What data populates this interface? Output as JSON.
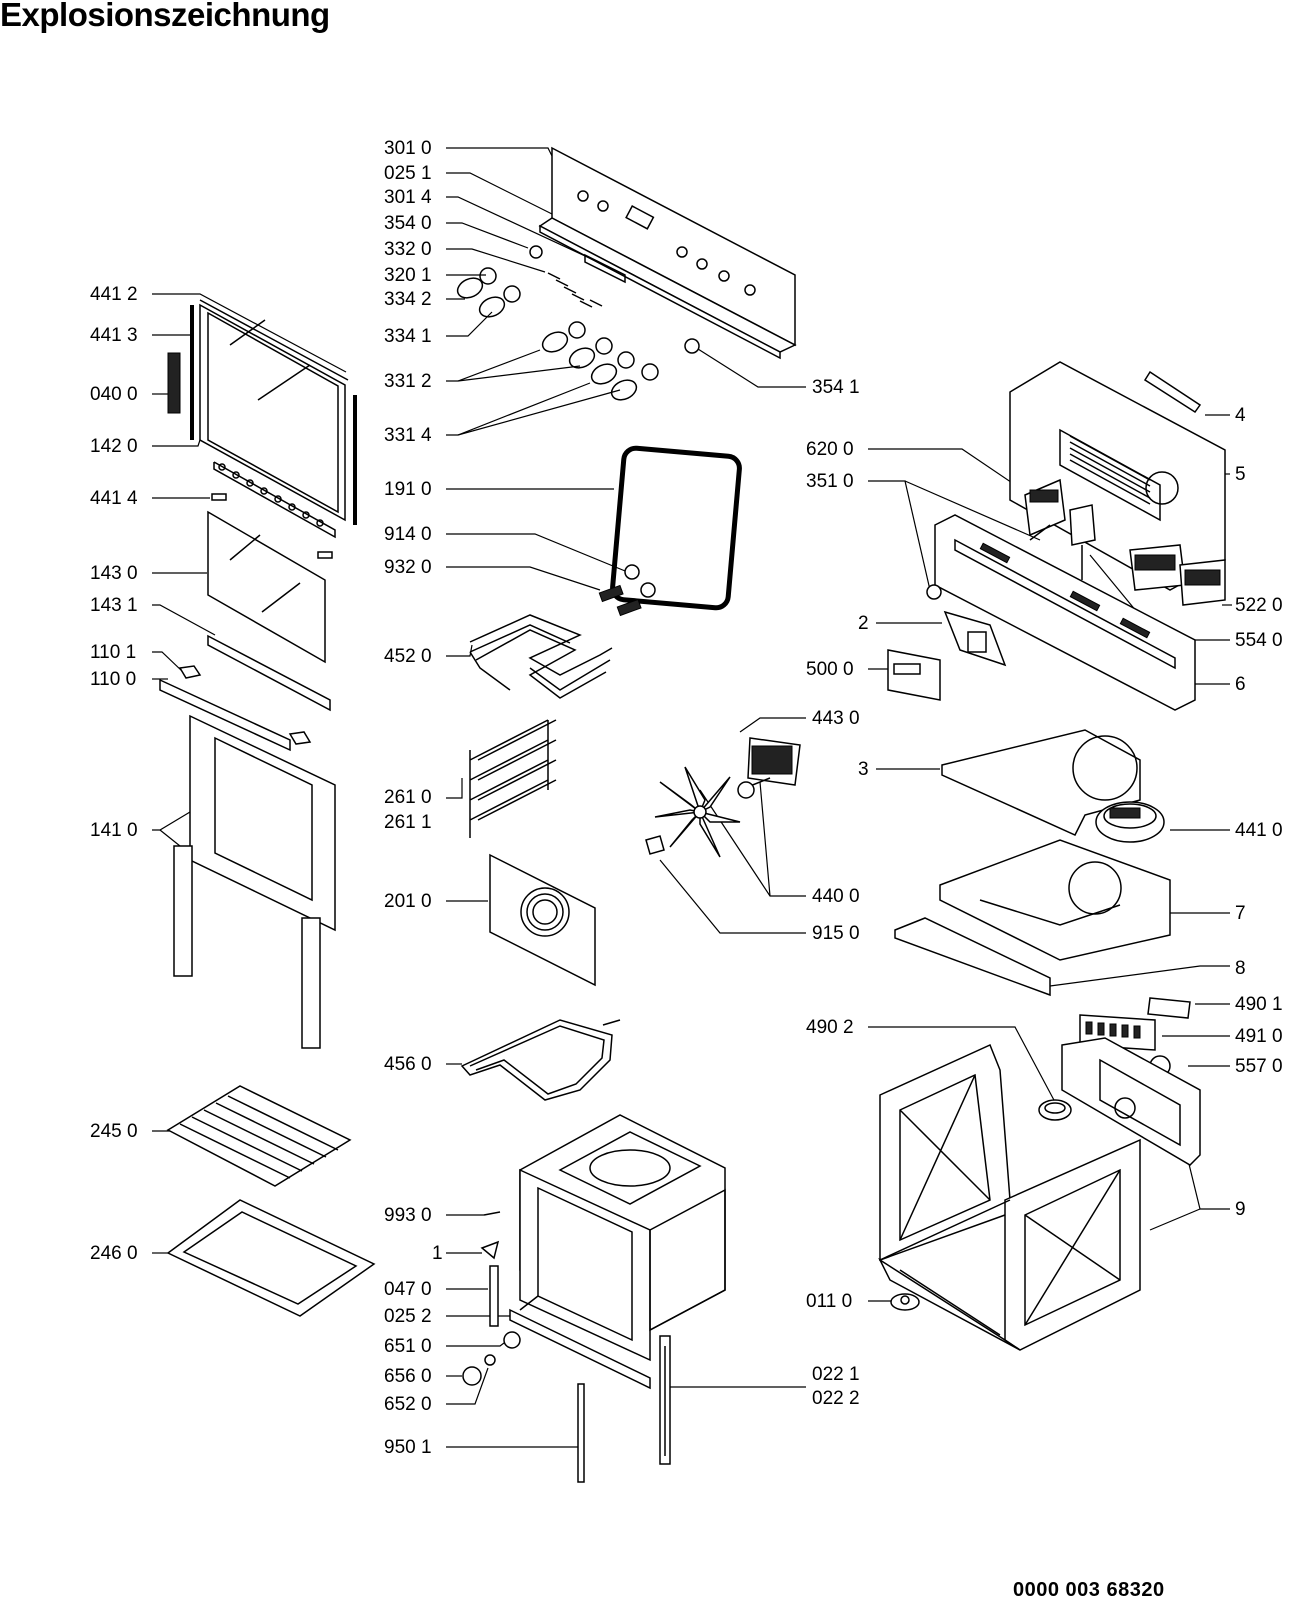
{
  "header": {
    "title": "Explosionszeichnung"
  },
  "footer": {
    "document_number": "0000 003 68320"
  },
  "callouts": {
    "c3010": "301 0",
    "c0251": "025 1",
    "c3014": "301 4",
    "c3540": "354 0",
    "c3320": "332 0",
    "c3201": "320 1",
    "c3342": "334 2",
    "c3341": "334 1",
    "c3312": "331 2",
    "c3314": "331 4",
    "c3541": "354 1",
    "c1910": "191 0",
    "c9140": "914 0",
    "c9320": "932 0",
    "c4520": "452 0",
    "c4412": "441 2",
    "c4413": "441 3",
    "c0400": "040 0",
    "c1420": "142 0",
    "c4414": "441 4",
    "c1430": "143 0",
    "c1431": "143 1",
    "c1101": "110 1",
    "c1100": "110 0",
    "c1410": "141 0",
    "c2450": "245 0",
    "c2460": "246 0",
    "c2610": "261 0",
    "c2611": "261 1",
    "c2010": "201 0",
    "c4560": "456 0",
    "c4430": "443 0",
    "c4400": "440 0",
    "c9150": "915 0",
    "c9930": "993 0",
    "c1": "1",
    "c0470": "047 0",
    "c0252": "025 2",
    "c6510": "651 0",
    "c6560": "656 0",
    "c6520": "652 0",
    "c9501": "950 1",
    "c0221": "022 1",
    "c0222": "022 2",
    "c6200": "620 0",
    "c3510": "351 0",
    "c4": "4",
    "c5": "5",
    "c5220": "522 0",
    "c5540": "554 0",
    "c2": "2",
    "c5000": "500 0",
    "c6": "6",
    "c3": "3",
    "c4410": "441 0",
    "c7": "7",
    "c8": "8",
    "c4901": "490 1",
    "c4902": "490 2",
    "c4910": "491 0",
    "c5570": "557 0",
    "c9": "9",
    "c0110": "011 0"
  }
}
